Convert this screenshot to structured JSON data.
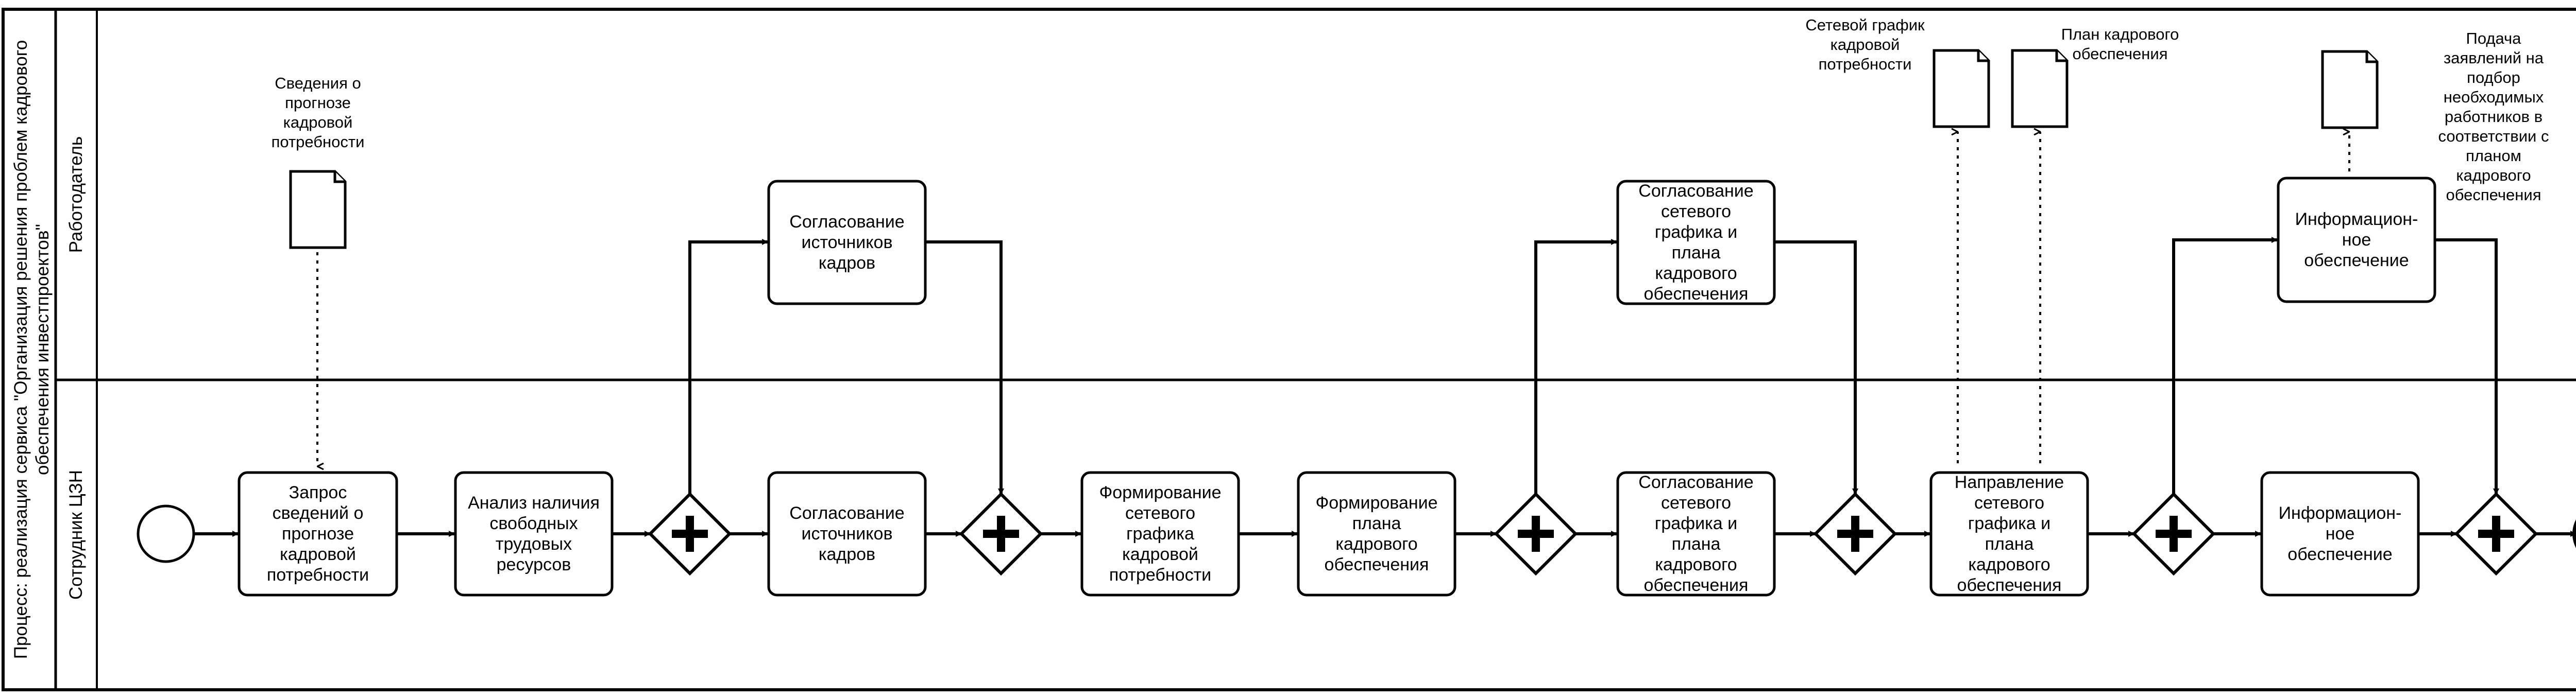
{
  "pool": {
    "title": "Процесс: реализация сервиса \"Организация решения проблем кадрового\nобеспечения инвестпроектов\""
  },
  "lanes": [
    {
      "label": "Работодатель"
    },
    {
      "label": "Сотрудник ЦЗН"
    }
  ],
  "tasks": [
    {
      "id": "t1",
      "label": "Запрос\nсведений о\nпрогнозе\nкадровой\nпотребности"
    },
    {
      "id": "t2",
      "label": "Анализ наличия\nсвободных\nтрудовых\nресурсов"
    },
    {
      "id": "t3",
      "label": "Согласование\nисточников\nкадров"
    },
    {
      "id": "t4",
      "label": "Согласование\nисточников\nкадров"
    },
    {
      "id": "t5",
      "label": "Формирование\nсетевого\nграфика\nкадровой\nпотребности"
    },
    {
      "id": "t6",
      "label": "Формирование\nплана\nкадрового\nобеспечения"
    },
    {
      "id": "t7",
      "label": "Согласование\nсетевого\nграфика и\nплана\nкадрового\nобеспечения"
    },
    {
      "id": "t8",
      "label": "Согласование\nсетевого\nграфика и\nплана\nкадрового\nобеспечения"
    },
    {
      "id": "t9",
      "label": "Направление\nсетевого\nграфика и\nплана\nкадрового\nобеспечения"
    },
    {
      "id": "t10",
      "label": "Информацион-\nное\nобеспечение"
    },
    {
      "id": "t11",
      "label": "Информацион-\nное\nобеспечение"
    }
  ],
  "documents": [
    {
      "id": "d1",
      "label": "Сведения о\nпрогнозе\nкадровой\nпотребности"
    },
    {
      "id": "d2",
      "label": "Сетевой график\nкадровой\nпотребности"
    },
    {
      "id": "d3",
      "label": "План кадрового\nобеспечения"
    },
    {
      "id": "d4",
      "label": "Подача\nзаявлений на\nподбор\nнеобходимых\nработников в\nсоответствии с\nпланом\nкадрового\nобеспечения"
    }
  ],
  "gateways": [
    {
      "id": "g1",
      "type": "parallel"
    },
    {
      "id": "g2",
      "type": "parallel"
    },
    {
      "id": "g3",
      "type": "parallel"
    },
    {
      "id": "g4",
      "type": "parallel"
    },
    {
      "id": "g5",
      "type": "parallel"
    },
    {
      "id": "g6",
      "type": "parallel"
    }
  ],
  "events": [
    {
      "id": "start",
      "type": "start"
    },
    {
      "id": "end",
      "type": "end"
    }
  ],
  "colors": {
    "stroke": "#000000",
    "fill": "#ffffff"
  }
}
